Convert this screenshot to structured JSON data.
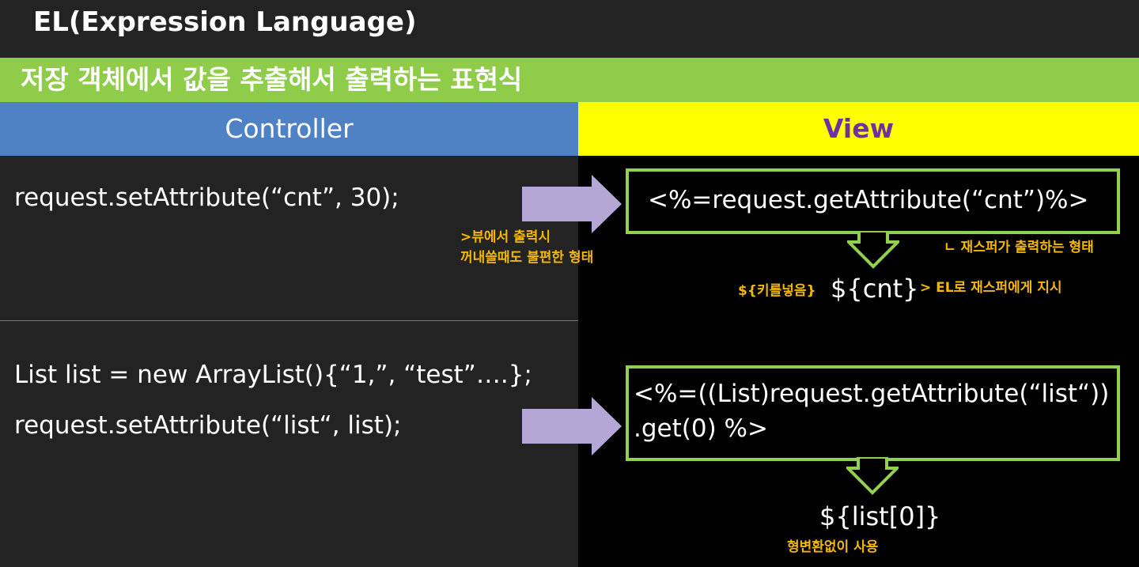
{
  "title": "EL(Expression Language)",
  "subtitle": "저장 객체에서 값을 추출해서 출력하는 표현식",
  "columns": {
    "controller": "Controller",
    "view": "View"
  },
  "row1": {
    "controller_code": "request.setAttribute(“cnt”, 30);",
    "note_left_1": ">뷰에서 출력시",
    "note_left_2": "꺼내쓸때도 불편한 형태",
    "view_code": "<%=request.getAttribute(“cnt”)%>",
    "note_right": "ㄴ 재스퍼가 출력하는 형태",
    "el_key_note": "${키를넣음}",
    "el_expression": "${cnt}",
    "el_note": "> EL로 재스퍼에게 지시"
  },
  "row2": {
    "controller_line_1": "List list = new ArrayList(){“1,”, “test”….};",
    "controller_line_2": "request.setAttribute(“list“, list);",
    "view_line_1": "<%=((List)request.getAttribute(“list“))",
    "view_line_2": ".get(0) %>",
    "el_expression": "${list[0]}",
    "el_note": "형변환없이 사용"
  },
  "colors": {
    "background": "#232323",
    "subtitle_bar": "#8fcc4a",
    "controller_header": "#4f81c5",
    "view_header": "#ffff00",
    "view_header_text": "#7030a0",
    "box_border": "#92d050",
    "arrow_fill": "#b4a7d6",
    "note_text": "#f5b800"
  },
  "icons": {
    "right_arrow": "right-arrow-icon",
    "down_arrow": "down-arrow-icon"
  }
}
